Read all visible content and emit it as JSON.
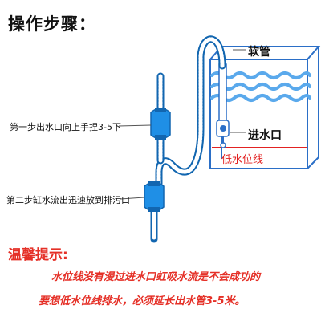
{
  "title": "操作步骤：",
  "labels": {
    "step1": "第一步出水口向上手捏3-5下",
    "step2": "第二步缸水流出迅速放到排污口",
    "soft_tube": "软管",
    "water_inlet": "进水口",
    "low_water_line": "低水位线"
  },
  "tips": {
    "heading": "温馨提示:",
    "line1": "水位线没有漫过进水口虹吸水流是不会成功的",
    "line2": "要想低水位线排水，必须延长出水管3-5米。"
  },
  "colors": {
    "tube": "#2b8fe0",
    "tube_dark": "#1266b0",
    "bulb": "#1f8fe6",
    "tank": "#2b6fc7",
    "water": "#5aa9ec",
    "low_line": "#e22222",
    "tips": "#e53027"
  }
}
